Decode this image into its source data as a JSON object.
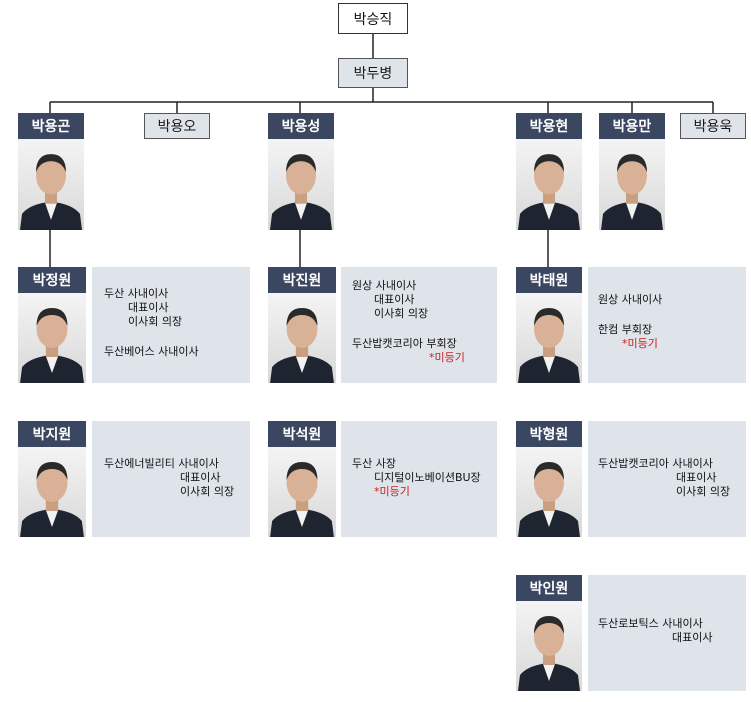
{
  "colors": {
    "tag_bg": "#3b4660",
    "box_bg": "#dfe3ea",
    "note_red": "#cc1f1f"
  },
  "root": "박승직",
  "gen1": "박두병",
  "sons": [
    "박용곤",
    "박용오",
    "박용성",
    "박용현",
    "박용만",
    "박용욱"
  ],
  "people": [
    {
      "name": "박정원",
      "lines": [
        "두산 사내이사",
        "대표이사",
        "이사회 의장",
        "두산베어스 사내이사"
      ]
    },
    {
      "name": "박진원",
      "lines": [
        "원상 사내이사",
        "대표이사",
        "이사회 의장",
        "두산밥캣코리아 부회장",
        "*미등기"
      ]
    },
    {
      "name": "박태원",
      "lines": [
        "원상 사내이사",
        "한컴 부회장",
        "*미등기"
      ]
    },
    {
      "name": "박지원",
      "lines": [
        "두산에너빌리티 사내이사",
        "대표이사",
        "이사회 의장"
      ]
    },
    {
      "name": "박석원",
      "lines": [
        "두산 사장",
        "디지털이노베이션BU장",
        "*미등기"
      ]
    },
    {
      "name": "박형원",
      "lines": [
        "두산밥캣코리아 사내이사",
        "대표이사",
        "이사회 의장"
      ]
    },
    {
      "name": "박인원",
      "lines": [
        "두산로보틱스 사내이사",
        "대표이사"
      ]
    }
  ]
}
